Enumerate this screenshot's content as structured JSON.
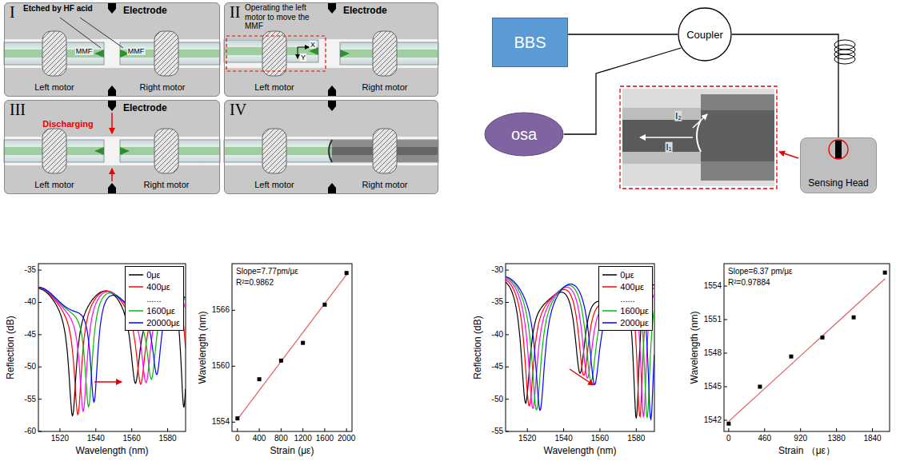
{
  "diagram": {
    "nodes": [
      {
        "text": [
          "I",
          "Electrode"
        ]
      },
      {
        "text": [
          "II",
          "Electrode"
        ]
      },
      {
        "text": [
          "III",
          "Electrode"
        ]
      },
      {
        "text": [
          "IV"
        ]
      },
      {
        "text": [
          "BBS"
        ]
      },
      {
        "text": [
          "Coupler"
        ]
      },
      {
        "text": [
          "osa"
        ]
      },
      {
        "text": [
          "Sensing Head"
        ]
      }
    ],
    "edges": [
      {
        "from": 4,
        "to": 5,
        "arrow": "none"
      },
      {
        "from": 5,
        "to": 6,
        "arrow": "none"
      },
      {
        "from": 5,
        "to": 7,
        "arrow": "none"
      }
    ],
    "labels": [
      "Etched by HF acid",
      "MMF",
      "MMF",
      "Left motor",
      "Right motor",
      "Operating the left motor to move the MMF",
      "X",
      "Y",
      "Left motor",
      "Right motor",
      "Discharging",
      "Left motor",
      "Right motor",
      "Left motor",
      "Right motor",
      "I₂",
      "I₁",
      "-35",
      "-40",
      "-45",
      "-50",
      "-55",
      "-60",
      "1520",
      "1540",
      "1560",
      "1580",
      "Reflection (dB)",
      "Wavelength (nm)",
      "Slope=7.77pm/με",
      "R²=0.9862",
      "1554",
      "1560",
      "1566",
      "0",
      "400",
      "800",
      "1200",
      "1600",
      "2000",
      "Wavelength (nm)",
      "Strain (με)",
      "-30",
      "-35",
      "-40",
      "-45",
      "-50",
      "-55",
      "1520",
      "1540",
      "1560",
      "1580",
      "Reflection (dB)",
      "Wavelength (nm)",
      "Slope=6.37 pm/με",
      "R²=0.97884",
      "1542",
      "1545",
      "1548",
      "1551",
      "1554",
      "0",
      "460",
      "920",
      "1380",
      "1840",
      "Wavelength (nm)",
      "Strain （με）"
    ],
    "legend": [
      {
        "text": "0με"
      },
      {
        "text": "400με"
      },
      {
        "text": "......"
      },
      {
        "text": "1600με"
      },
      {
        "text": "20000με"
      },
      {
        "text": "0με"
      },
      {
        "text": "400με"
      },
      {
        "text": "......"
      },
      {
        "text": "1600με"
      },
      {
        "text": "2000με"
      }
    ]
  }
}
